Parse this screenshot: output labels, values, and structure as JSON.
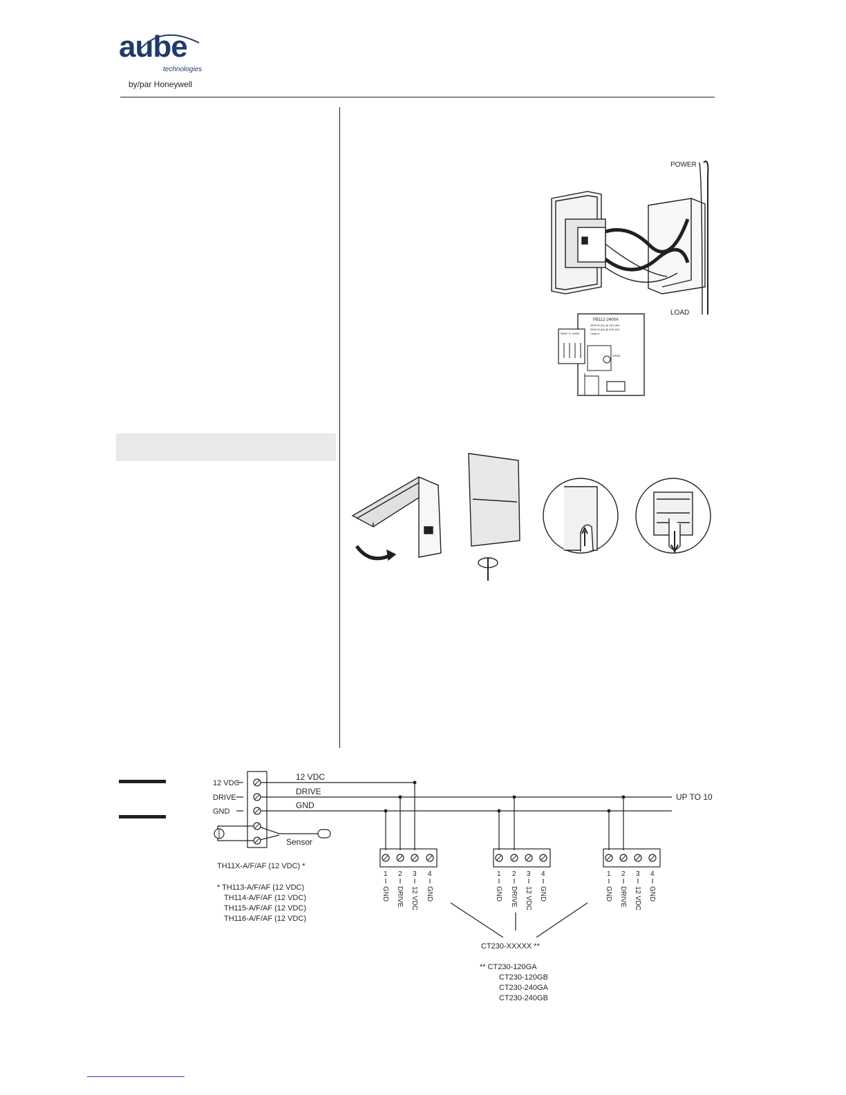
{
  "logo": {
    "word": "aube",
    "sub": "technologies",
    "by": "by/par Honeywell"
  },
  "install_figure": {
    "power_label": "POWER",
    "load_label": "LOAD",
    "plate_model": "PB112-2400A",
    "plate_rating1": "3000 W (M) @ 240 VAC",
    "plate_rating2": "2500 W (M) @ 208 VAC",
    "plate_class": "Class 4",
    "plate_wires": "TEMP T1 WIRE",
    "plate_cert": "WR65"
  },
  "wiring": {
    "left_terminals": [
      "12 VDC",
      "DRIVE",
      "GND"
    ],
    "bus_labels": [
      "12 VDC",
      "DRIVE",
      "GND"
    ],
    "up_to": "UP TO 10",
    "sensor": "Sensor",
    "thermostat_model": "TH11X-A/F/AF (12 VDC) *",
    "thermostat_variants": [
      "*  TH113-A/F/AF (12 VDC)",
      "TH114-A/F/AF (12 VDC)",
      "TH115-A/F/AF (12 VDC)",
      "TH116-A/F/AF (12 VDC)"
    ],
    "terminal_numbers": [
      "1",
      "2",
      "3",
      "4"
    ],
    "terminal_names": [
      "GND",
      "DRIVE",
      "12 VDC",
      "GND"
    ],
    "relay_model": "CT230-XXXXX **",
    "relay_variants": [
      "** CT230-120GA",
      "CT230-120GB",
      "CT230-240GA",
      "CT230-240GB"
    ]
  }
}
